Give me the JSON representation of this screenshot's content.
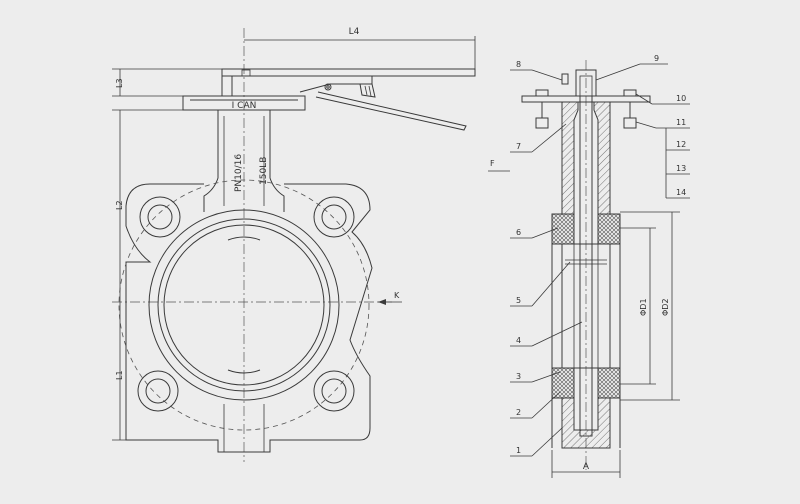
{
  "front_view": {
    "body_marking_brand": "I CAN",
    "body_marking_pressure": "PN10/16",
    "body_marking_class": "150LB",
    "dim_l1": "L1",
    "dim_l2": "L2",
    "dim_l3": "L3",
    "dim_l4": "L4",
    "section_k": "K"
  },
  "side_view": {
    "dim_a": "A",
    "dim_d1": "ΦD1",
    "dim_d2": "ΦD2",
    "view_f": "F",
    "callouts_left": [
      "8",
      "7",
      "6",
      "5",
      "4",
      "3",
      "2",
      "1"
    ],
    "callouts_right": [
      "9",
      "10",
      "11",
      "12",
      "13",
      "14"
    ]
  },
  "colors": {
    "background": "#ededed",
    "line": "#3a3a3a"
  }
}
